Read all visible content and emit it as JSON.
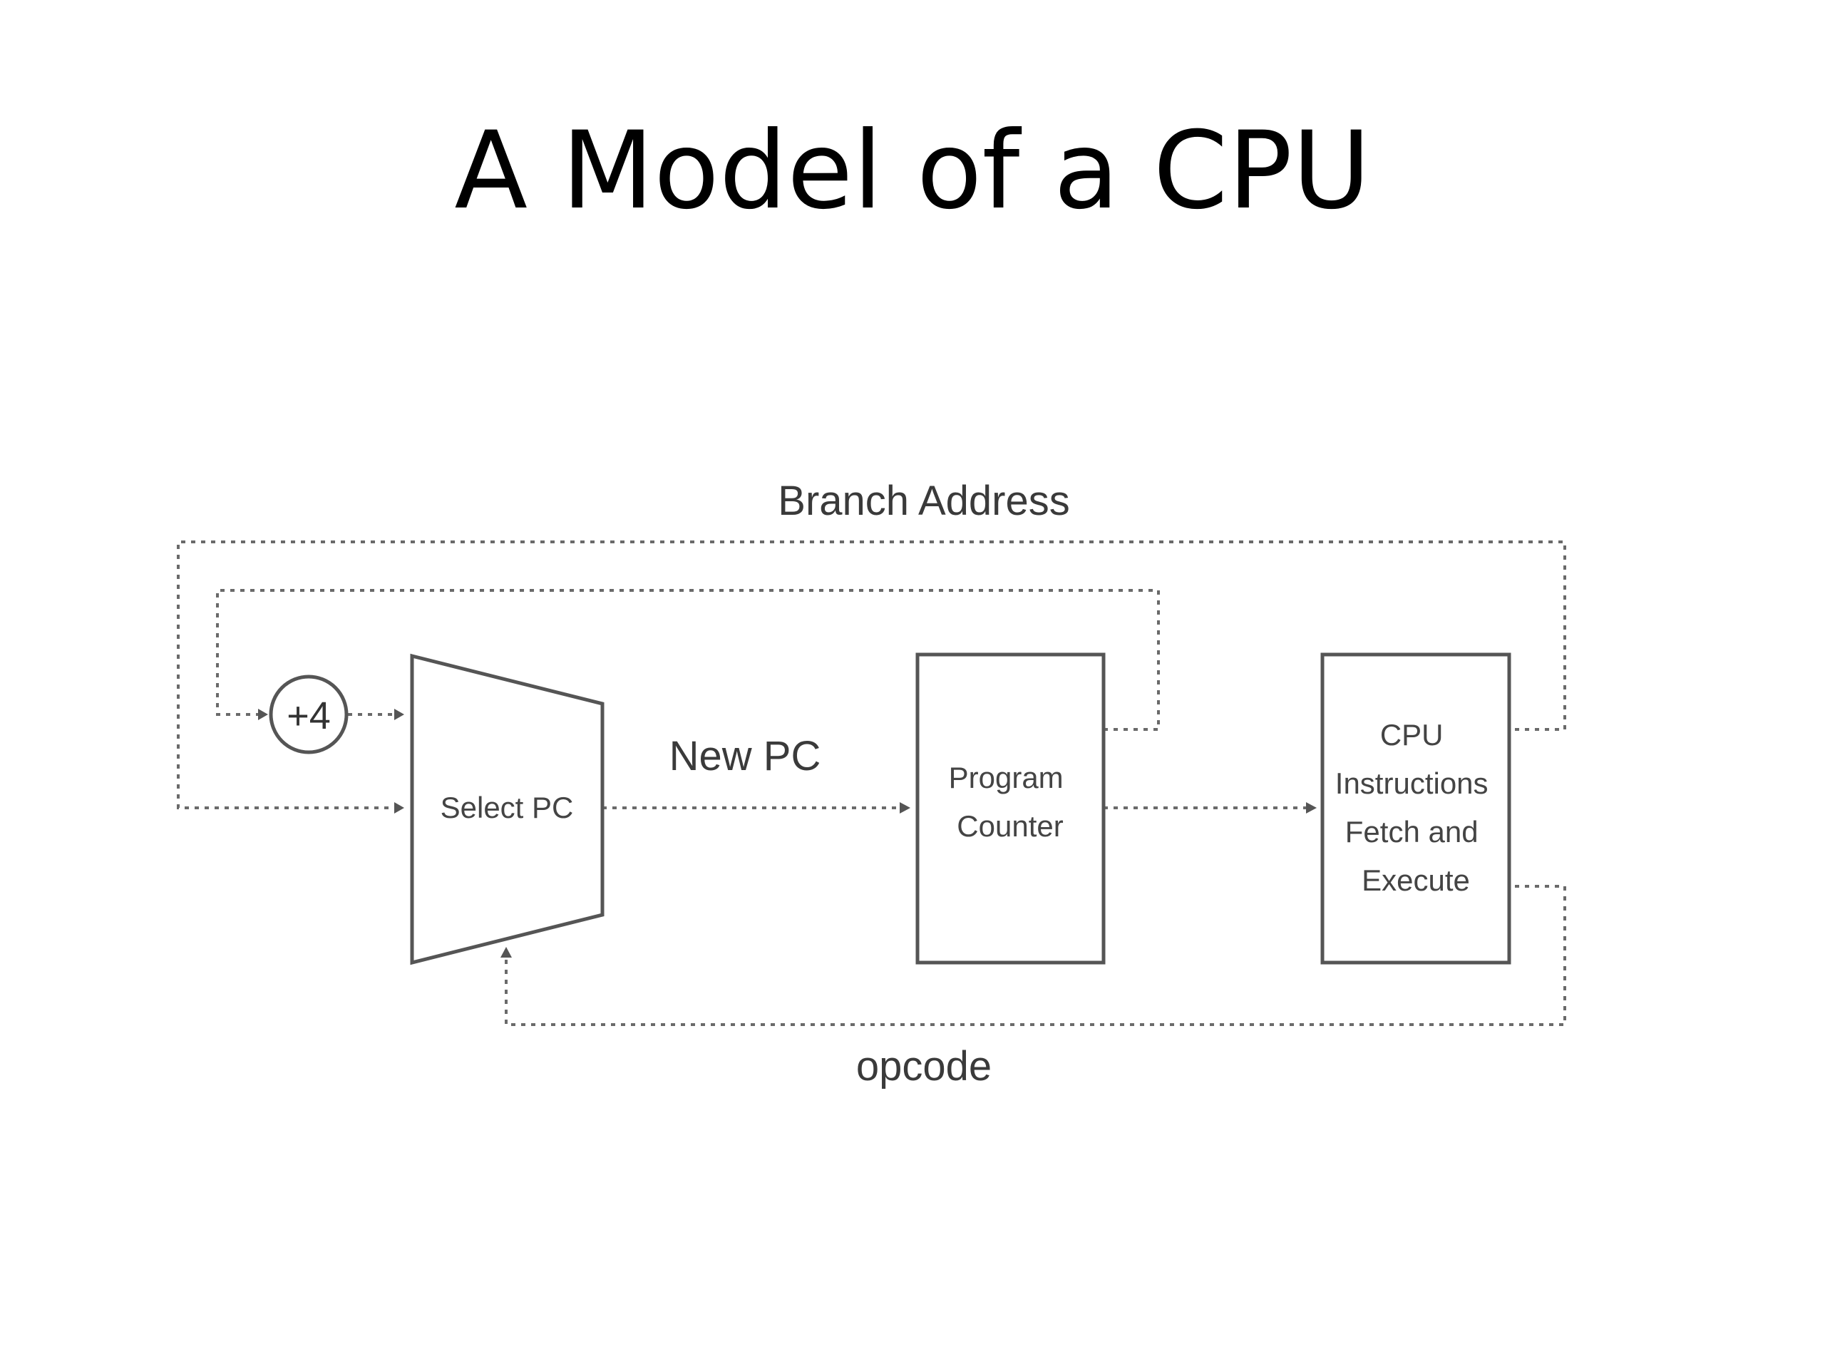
{
  "slide": {
    "title": "A Model of a CPU"
  },
  "diagram": {
    "labels": {
      "branch_address": "Branch Address",
      "new_pc": "New PC",
      "opcode": "opcode"
    },
    "adder": {
      "label": "+4"
    },
    "select_pc": {
      "label": "Select PC"
    },
    "program_counter": {
      "lines": [
        "Program",
        "Counter"
      ]
    },
    "cpu_block": {
      "lines": [
        "CPU",
        "Instructions",
        "Fetch and",
        "Execute"
      ]
    }
  }
}
